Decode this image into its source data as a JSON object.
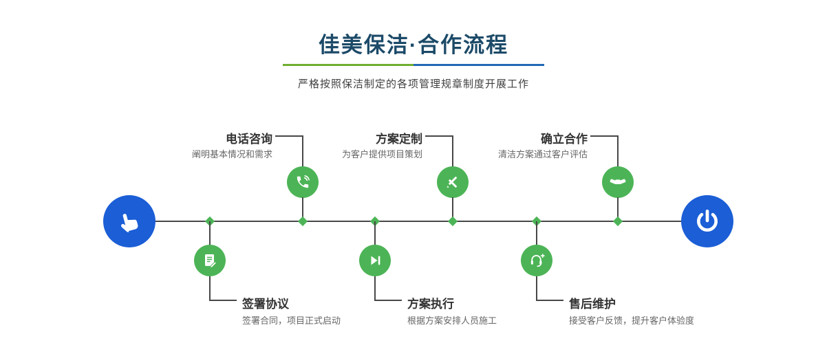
{
  "header": {
    "title": "佳美保洁·合作流程",
    "subtitle": "严格按照保洁制定的各项管理规章制度开展工作"
  },
  "steps": {
    "top": [
      {
        "label": "电话咨询",
        "desc": "阐明基本情况和需求",
        "icon": "phone-icon"
      },
      {
        "label": "方案定制",
        "desc": "为客户提供项目策划",
        "icon": "design-tools-icon"
      },
      {
        "label": "确立合作",
        "desc": "清洁方案通过客户评估",
        "icon": "handshake-icon"
      }
    ],
    "bottom": [
      {
        "label": "签署协议",
        "desc": "签署合同，项目正式启动",
        "icon": "contract-icon"
      },
      {
        "label": "方案执行",
        "desc": "根据方案安排人员施工",
        "icon": "play-step-icon"
      },
      {
        "label": "售后维护",
        "desc": "接受客户反馈，提升客户体验度",
        "icon": "headset-plus-icon"
      }
    ],
    "start_icon": "hand-pointer-icon",
    "end_icon": "power-icon"
  },
  "colors": {
    "title": "#1c4a68",
    "accent_green": "#4cb456",
    "accent_blue": "#1b5ed6",
    "divider_green": "#6fae2f",
    "divider_blue": "#2268b5",
    "line": "#474747"
  }
}
